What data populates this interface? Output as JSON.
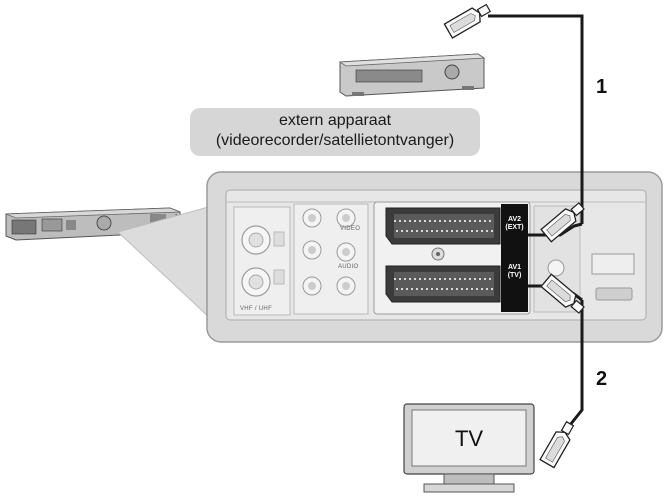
{
  "caption": {
    "line1": "extern apparaat",
    "line2": "(videorecorder/satellietontvanger)"
  },
  "cables": {
    "cable1_number": "1",
    "cable2_number": "2"
  },
  "tv": {
    "label": "TV"
  },
  "ports": {
    "av2_name": "AV2",
    "av2_mode": "(EXT)",
    "av1_name": "AV1",
    "av1_mode": "(TV)",
    "video_label": "VIDEO",
    "audio_label": "AUDIO",
    "antenna_label": "VHF / UHF"
  }
}
